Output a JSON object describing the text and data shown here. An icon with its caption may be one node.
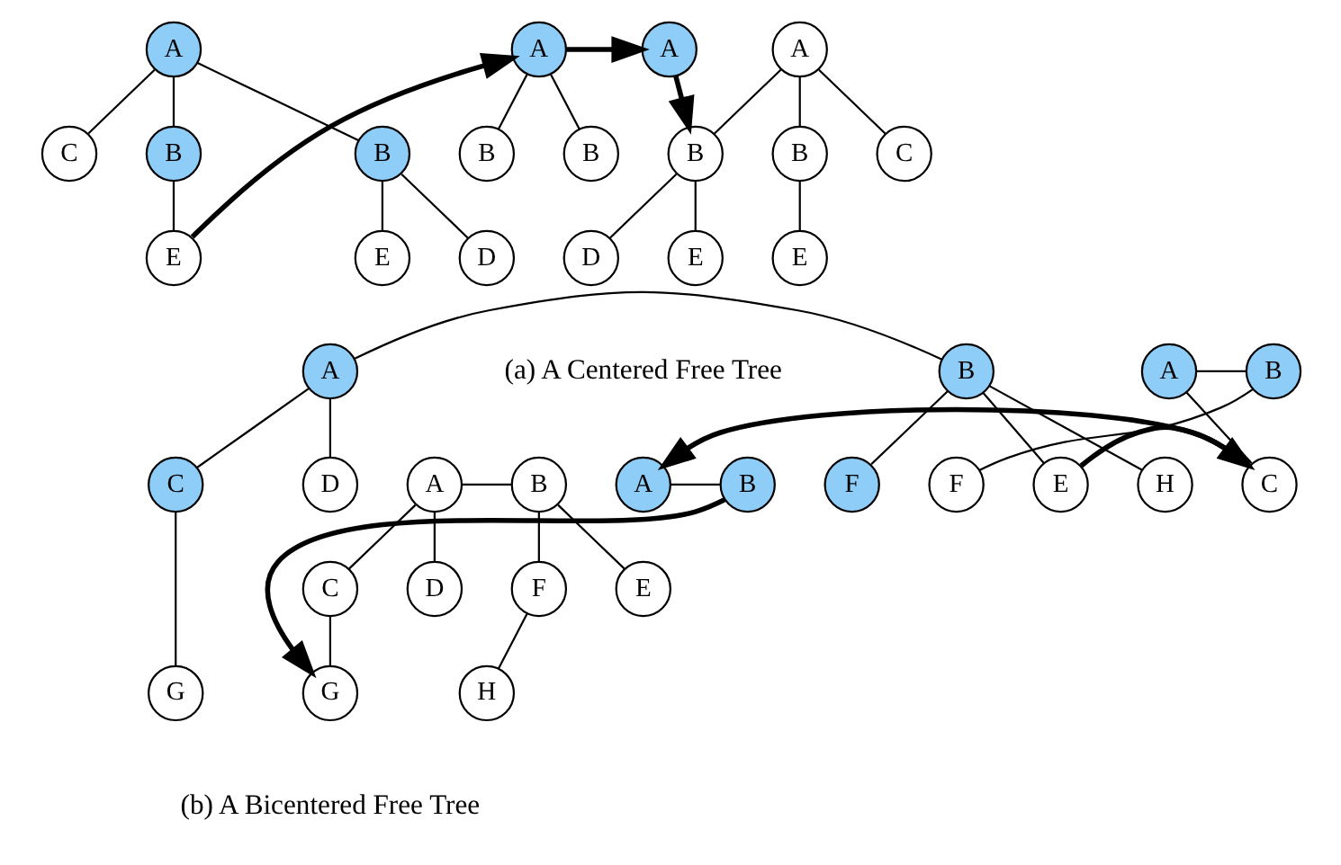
{
  "diagram": {
    "nodes": [
      {
        "text": [
          "C"
        ]
      },
      {
        "text": [
          "B"
        ]
      },
      {
        "text": [
          "E"
        ]
      },
      {
        "text": [
          "A"
        ]
      },
      {
        "text": [
          "E"
        ]
      },
      {
        "text": [
          "B"
        ]
      },
      {
        "text": [
          "D"
        ]
      },
      {
        "text": [
          "B"
        ]
      },
      {
        "text": [
          "A"
        ]
      },
      {
        "text": [
          "B"
        ]
      },
      {
        "text": [
          "A"
        ]
      },
      {
        "text": [
          "A"
        ]
      },
      {
        "text": [
          "B"
        ]
      },
      {
        "text": [
          "B"
        ]
      },
      {
        "text": [
          "C"
        ]
      },
      {
        "text": [
          "D"
        ]
      },
      {
        "text": [
          "E"
        ]
      },
      {
        "text": [
          "E"
        ]
      },
      {
        "text": [
          "D"
        ]
      },
      {
        "text": [
          "F"
        ]
      },
      {
        "text": [
          "A"
        ]
      },
      {
        "text": [
          "B"
        ]
      },
      {
        "text": [
          "H"
        ]
      },
      {
        "text": [
          "C"
        ]
      },
      {
        "text": [
          "E"
        ]
      },
      {
        "text": [
          "G"
        ]
      },
      {
        "text": [
          "F"
        ]
      },
      {
        "text": [
          "A"
        ]
      },
      {
        "text": [
          "B"
        ]
      },
      {
        "text": [
          "C"
        ]
      },
      {
        "text": [
          "A"
        ]
      },
      {
        "text": [
          "B"
        ]
      },
      {
        "text": [
          "A"
        ]
      },
      {
        "text": [
          "B"
        ]
      },
      {
        "text": [
          "C"
        ]
      },
      {
        "text": [
          "D"
        ]
      },
      {
        "text": [
          "E"
        ]
      },
      {
        "text": [
          "F"
        ]
      },
      {
        "text": [
          "G"
        ]
      },
      {
        "text": [
          "H"
        ]
      }
    ],
    "edges": [
      {
        "from": 3,
        "to": 0,
        "arrow": "none"
      },
      {
        "from": 3,
        "to": 1,
        "arrow": "none"
      },
      {
        "from": 3,
        "to": 5,
        "arrow": "none"
      },
      {
        "from": 1,
        "to": 4,
        "arrow": "none"
      },
      {
        "from": 5,
        "to": 2,
        "arrow": "none"
      },
      {
        "from": 5,
        "to": 6,
        "arrow": "none"
      },
      {
        "from": 4,
        "to": 8,
        "arrow": "to",
        "style": "thick"
      },
      {
        "from": 8,
        "to": 7,
        "arrow": "none"
      },
      {
        "from": 8,
        "to": 9,
        "arrow": "none"
      },
      {
        "from": 8,
        "to": 10,
        "arrow": "to",
        "style": "thick"
      },
      {
        "from": 10,
        "to": 12,
        "arrow": "to",
        "style": "thick"
      },
      {
        "from": 11,
        "to": 12,
        "arrow": "none"
      },
      {
        "from": 11,
        "to": 13,
        "arrow": "none"
      },
      {
        "from": 11,
        "to": 14,
        "arrow": "none"
      },
      {
        "from": 12,
        "to": 15,
        "arrow": "none"
      },
      {
        "from": 12,
        "to": 16,
        "arrow": "none"
      },
      {
        "from": 13,
        "to": 17,
        "arrow": "none"
      },
      {
        "from": 20,
        "to": 18,
        "arrow": "none"
      },
      {
        "from": 20,
        "to": 21,
        "arrow": "none"
      },
      {
        "from": 21,
        "to": 19,
        "arrow": "none"
      },
      {
        "from": 21,
        "to": 22,
        "arrow": "none"
      },
      {
        "from": 21,
        "to": 24,
        "arrow": "none"
      },
      {
        "from": 20,
        "to": 23,
        "arrow": "none"
      },
      {
        "from": 23,
        "to": 25,
        "arrow": "none"
      },
      {
        "from": 24,
        "to": 29,
        "arrow": "to",
        "style": "thick"
      },
      {
        "from": 27,
        "to": 28,
        "arrow": "none"
      },
      {
        "from": 28,
        "to": 26,
        "arrow": "none"
      },
      {
        "from": 27,
        "to": 29,
        "arrow": "none"
      },
      {
        "from": 29,
        "to": 30,
        "arrow": "to",
        "style": "thick"
      },
      {
        "from": 30,
        "to": 31,
        "arrow": "none"
      },
      {
        "from": 31,
        "to": 38,
        "arrow": "to",
        "style": "thick"
      },
      {
        "from": 32,
        "to": 33,
        "arrow": "none"
      },
      {
        "from": 32,
        "to": 34,
        "arrow": "none"
      },
      {
        "from": 32,
        "to": 35,
        "arrow": "none"
      },
      {
        "from": 33,
        "to": 36,
        "arrow": "none"
      },
      {
        "from": 33,
        "to": 37,
        "arrow": "none"
      },
      {
        "from": 34,
        "to": 38,
        "arrow": "none"
      },
      {
        "from": 37,
        "to": 39,
        "arrow": "none"
      }
    ],
    "labels": [
      "(a) A Centered Free Tree",
      "(b) A Bicentered Free Tree"
    ]
  }
}
